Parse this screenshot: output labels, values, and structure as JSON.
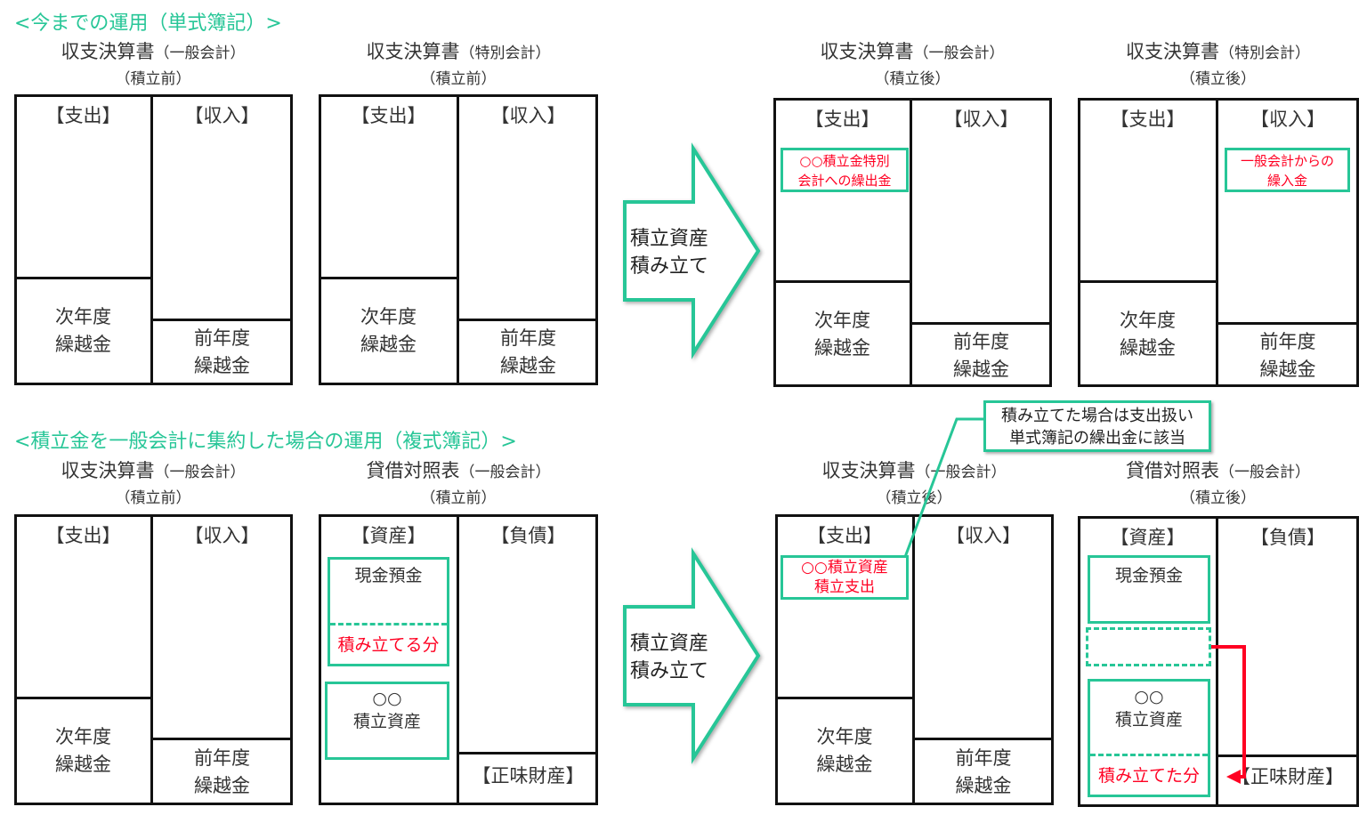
{
  "section1_title": "<今までの運用（単式簿記）>",
  "section2_title": "<積立金を一般会計に集約した場合の運用（複式簿記）>",
  "colors": {
    "green": "#27c697",
    "red": "#ff0022"
  },
  "labels": {
    "expense": "【支出】",
    "income": "【収入】",
    "assets": "【資産】",
    "liabilities": "【負債】",
    "net_assets": "【正味財産】",
    "next_carry": "次年度\n繰越金",
    "prev_carry": "前年度\n繰越金",
    "cash": "現金預金",
    "reserve_asset": "○○\n積立資産"
  },
  "panels": {
    "a": {
      "title": "収支決算書",
      "paren": "（一般会計）",
      "sub": "（積立前）"
    },
    "b": {
      "title": "収支決算書",
      "paren": "（特別会計）",
      "sub": "（積立前）"
    },
    "c": {
      "title": "収支決算書",
      "paren": "（一般会計）",
      "sub": "（積立後）",
      "note": "○○積立金特別\n会計への繰出金"
    },
    "d": {
      "title": "収支決算書",
      "paren": "（特別会計）",
      "sub": "（積立後）",
      "note": "一般会計からの\n繰入金"
    },
    "e": {
      "title": "収支決算書",
      "paren": "（一般会計）",
      "sub": "（積立前）"
    },
    "f": {
      "title": "貸借対照表",
      "paren": "（一般会計）",
      "sub": "（積立前）",
      "to_reserve": "積み立てる分"
    },
    "g": {
      "title": "収支決算書",
      "paren": "（一般会計）",
      "sub": "（積立後）",
      "note": "○○積立資産\n積立支出"
    },
    "h": {
      "title": "貸借対照表",
      "paren": "（一般会計）",
      "sub": "（積立後）",
      "reserved": "積み立てた分"
    }
  },
  "arrow_label": "積立資産\n積み立て",
  "callout": "積み立てた場合は支出扱い\n単式簿記の繰出金に該当"
}
